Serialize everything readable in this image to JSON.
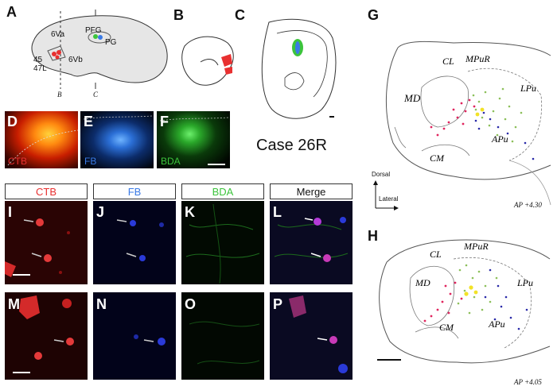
{
  "panels": {
    "A": "A",
    "B": "B",
    "C": "C",
    "D": "D",
    "E": "E",
    "F": "F",
    "G": "G",
    "H": "H",
    "I": "I",
    "J": "J",
    "K": "K",
    "L": "L",
    "M": "M",
    "N": "N",
    "O": "O",
    "P": "P"
  },
  "brain_labels": {
    "v6va": "6Va",
    "pfg": "PFG",
    "pg": "PG",
    "a45": "45",
    "a47l": "47L",
    "v6vb": "6Vb",
    "sec_b": "B",
    "sec_c": "C"
  },
  "case_label": "Case 26R",
  "tracer_tags": {
    "ctb": "CTB",
    "fb": "FB",
    "bda": "BDA"
  },
  "column_headers": {
    "ctb": "CTB",
    "fb": "FB",
    "bda": "BDA",
    "merge": "Merge"
  },
  "thalamus_g": {
    "md": "MD",
    "cl": "CL",
    "mpur": "MPuR",
    "lpu": "LPu",
    "cm": "CM",
    "apu": "APu",
    "ap": "AP +4.30"
  },
  "thalamus_h": {
    "md": "MD",
    "cl": "CL",
    "mpur": "MPuR",
    "lpu": "LPu",
    "cm": "CM",
    "apu": "APu",
    "ap": "AP +4.05"
  },
  "orientation": {
    "dorsal": "Dorsal",
    "lateral": "Lateral"
  },
  "colors": {
    "ctb": "#e83030",
    "fb": "#3a7ae6",
    "bda": "#3cc43c",
    "dot_red": "#e0245e",
    "dot_blue": "#2a2aa8",
    "dot_green": "#8cbf5a",
    "dot_yellow": "#f2e227"
  }
}
